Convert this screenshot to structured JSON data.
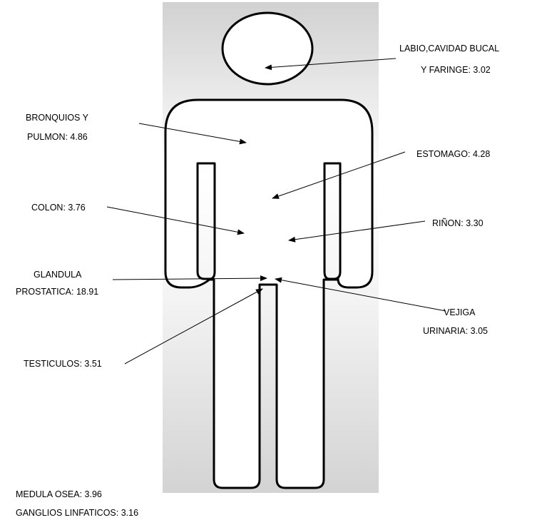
{
  "diagram": {
    "labels": {
      "labio": {
        "line1": "LABIO,CAVIDAD BUCAL",
        "line2": "Y FARINGE: 3.02"
      },
      "bronquios": {
        "line1": "BRONQUIOS Y",
        "line2": "PULMON: 4.86"
      },
      "estomago": {
        "line1": "ESTOMAGO: 4.28"
      },
      "colon": {
        "line1": "COLON: 3.76"
      },
      "rinon": {
        "line1": "RIÑON: 3.30"
      },
      "glandula": {
        "line1": "GLANDULA",
        "line2": "PROSTATICA: 18.91"
      },
      "vejiga": {
        "line1": "VEJIGA",
        "line2": "URINARIA: 3.05"
      },
      "testiculos": {
        "line1": "TESTICULOS: 3.51"
      },
      "medula": {
        "line1": "MEDULA OSEA: 3.96"
      },
      "ganglios": {
        "line1": "GANGLIOS LINFATICOS: 3.16"
      }
    },
    "colors": {
      "panel_top": "#d3d3d3",
      "panel_mid": "#ffffff",
      "panel_bottom": "#d3d3d3",
      "outline": "#000000"
    }
  }
}
